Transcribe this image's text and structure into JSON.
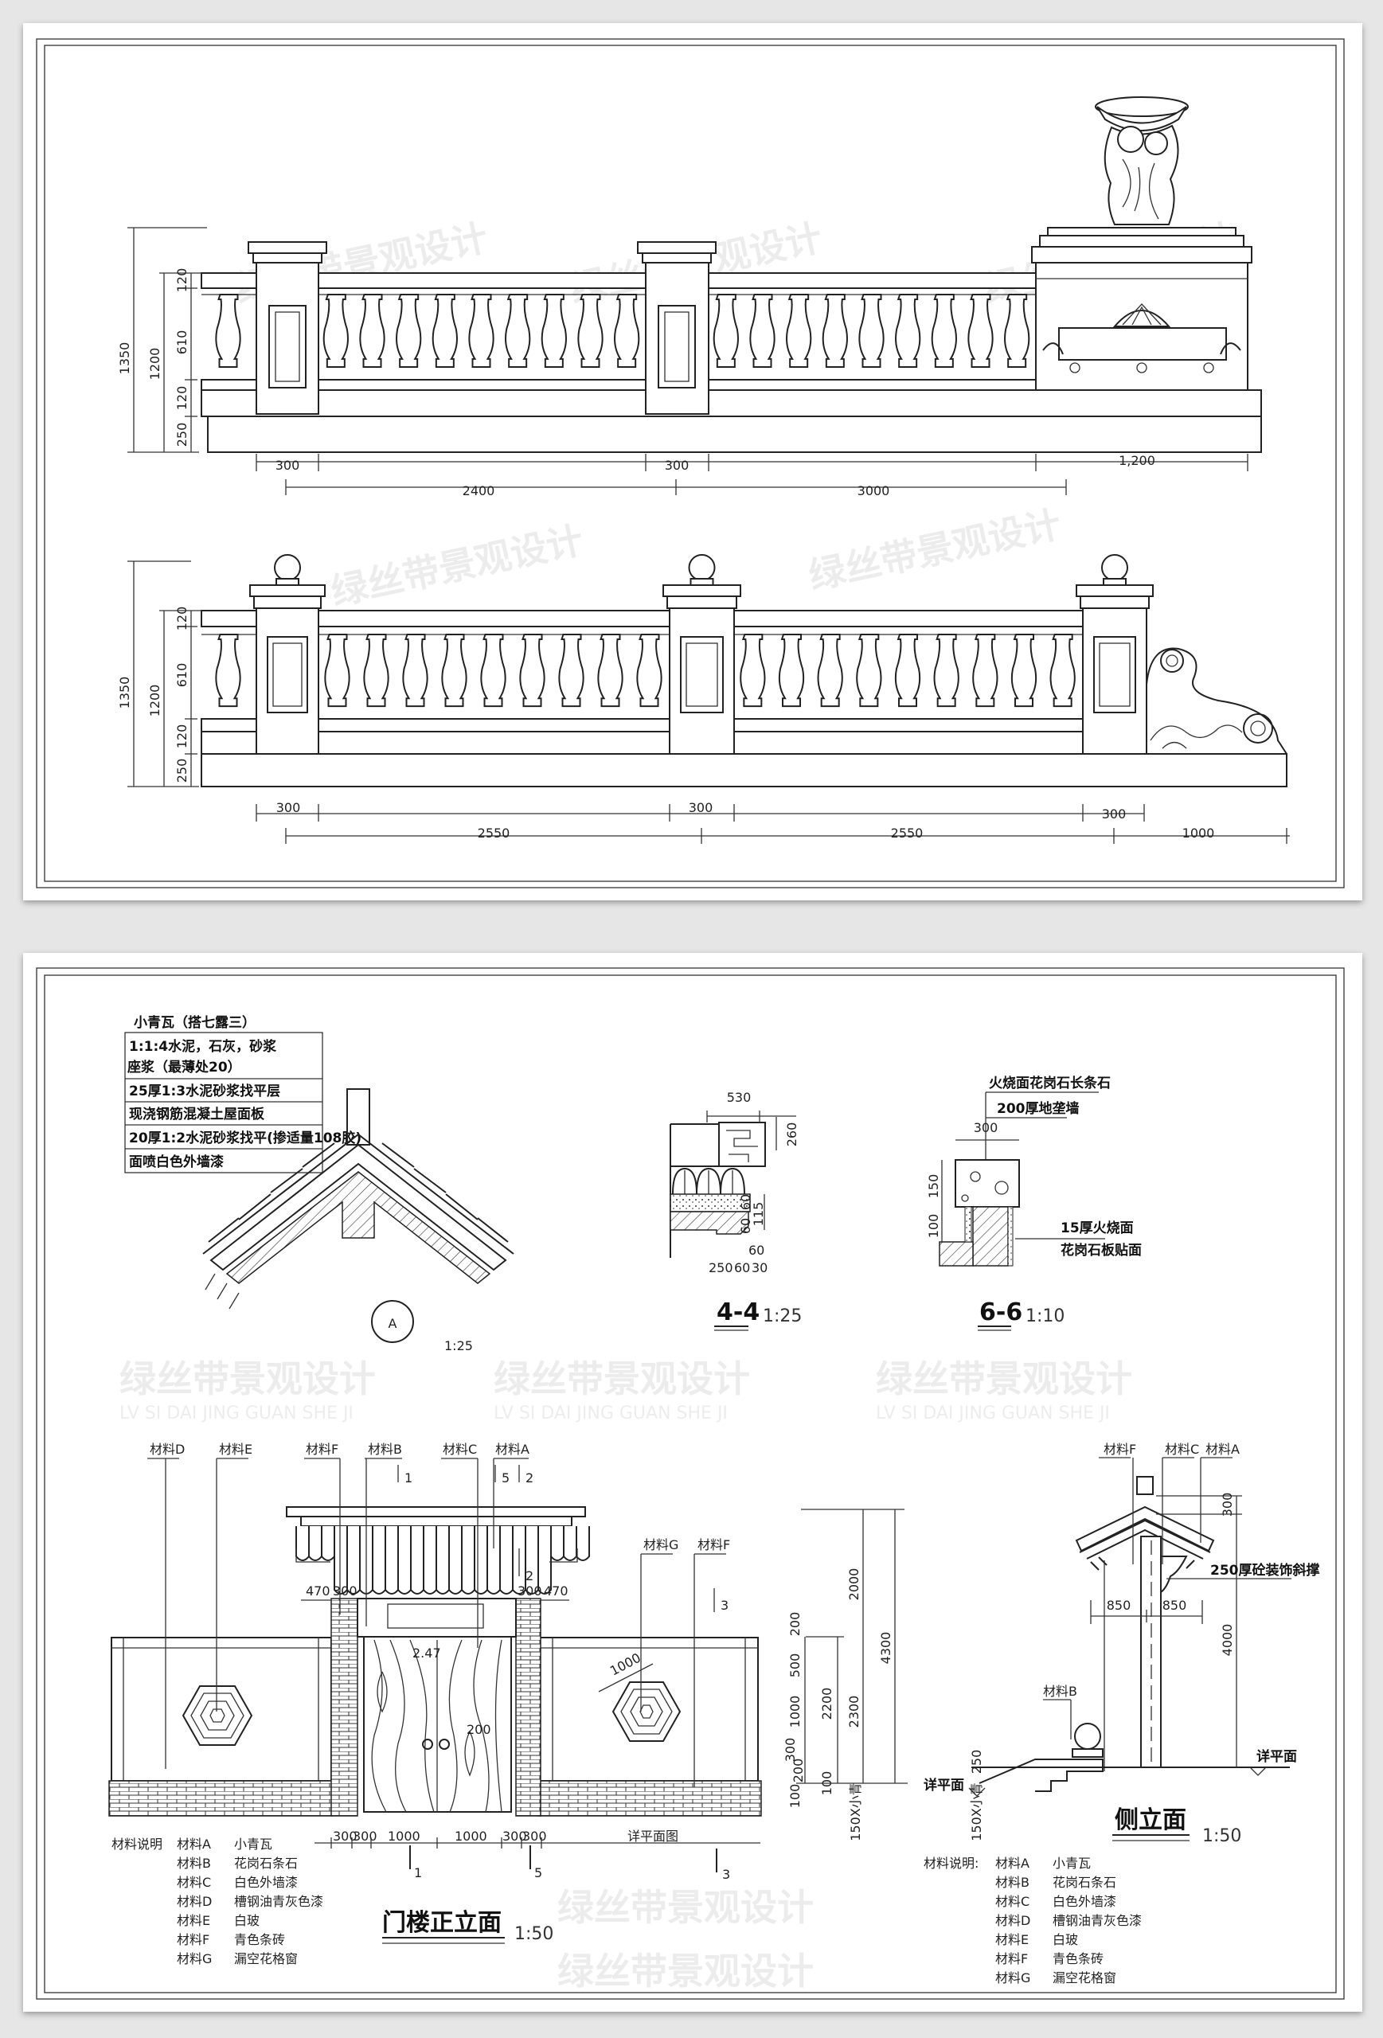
{
  "watermark": {
    "cn": "绿丝带景观设计",
    "en": "LV SI DAI JING GUAN SHE JI"
  },
  "railing_1": {
    "vertical_dims": {
      "total": "1350",
      "height": "1200",
      "top": "120",
      "middle": "610",
      "bottom": "120",
      "base": "250"
    },
    "horizontal_dims": {
      "post_1": "300",
      "post_2": "300",
      "pedestal": "1,200",
      "span_1": "2400",
      "span_2": "3000"
    }
  },
  "railing_2": {
    "vertical_dims": {
      "total": "1350",
      "height": "1200",
      "top": "120",
      "middle": "610",
      "bottom": "120",
      "base": "250"
    },
    "horizontal_dims": {
      "post_1": "300",
      "post_2": "300",
      "post_3": "300",
      "span_1": "2550",
      "span_2": "2550",
      "end": "1000"
    }
  },
  "roof_detail": {
    "layers": [
      "小青瓦（搭七露三）",
      "1:1:4水泥，石灰，砂浆",
      "座浆（最薄处20）",
      "25厚1:3水泥砂浆找平层",
      "现浇钢筋混凝土屋面板",
      "20厚1:2水泥砂浆找平(掺适量108胶)",
      "面喷白色外墙漆"
    ],
    "marker": "A",
    "scale": "1:25"
  },
  "section_4_4": {
    "title": "4-4",
    "scale": "1:25",
    "dims": {
      "width": "530",
      "height": "260",
      "d60a": "60",
      "d115": "115",
      "d60b": "60",
      "d250": "250",
      "d60c": "60",
      "d60d": "60",
      "d30": "30"
    }
  },
  "section_6_6": {
    "title": "6-6",
    "scale": "1:10",
    "labels": {
      "top_1": "火烧面花岗石长条石",
      "top_2": "200厚地垄墙",
      "side_1": "15厚火烧面",
      "side_2": "花岗石板贴面"
    },
    "dims": {
      "width": "300",
      "h150": "150",
      "h100": "100"
    }
  },
  "gate_elevation": {
    "title": "门楼正立面",
    "scale": "1:50",
    "callouts": {
      "f1": "材料F",
      "b": "材料B",
      "c1": "材料C",
      "a": "材料A",
      "d": "材料D",
      "e": "材料E",
      "g": "材料G",
      "f2": "材料F"
    },
    "section_marks": {
      "top_1": "1",
      "top_5": "5",
      "top_2": "2",
      "mid_2": "2",
      "right_3": "3",
      "bottom_1": "1",
      "bottom_5": "5",
      "bottom_3": "3"
    },
    "dims": {
      "left_470": "470",
      "left_300": "300",
      "right_300": "300",
      "right_470": "470",
      "door_tag": "2.47",
      "window": "1000",
      "d200": "200"
    },
    "vertical_dims": {
      "h2000": "2000",
      "h4300": "4300",
      "h200": "200",
      "h500": "500",
      "h1000": "1000",
      "h2200": "2200",
      "h2300": "2300",
      "h300": "300",
      "h200b": "200",
      "h100a": "100",
      "h100b": "100",
      "base_note": "150X小青"
    },
    "bottom_dims": [
      "300",
      "300",
      "1000",
      "1000",
      "300",
      "300"
    ],
    "plan_ref": "详平面图"
  },
  "side_elevation": {
    "title": "侧立面",
    "scale": "1:50",
    "callouts": {
      "f": "材料F",
      "c": "材料C",
      "a": "材料A",
      "b": "材料B"
    },
    "dims": {
      "top": "300",
      "left": "850",
      "right": "850",
      "height": "4000",
      "step": "250",
      "base_note": "150X小青"
    },
    "bracket_label": "250厚砼装饰斜撑",
    "plan_ref": "详平面",
    "plan_ref_left": "详平面"
  },
  "materials_left": {
    "heading": "材料说明",
    "items": [
      {
        "code": "材料A",
        "name": "小青瓦"
      },
      {
        "code": "材料B",
        "name": "花岗石条石"
      },
      {
        "code": "材料C",
        "name": "白色外墙漆"
      },
      {
        "code": "材料D",
        "name": "槽钢油青灰色漆"
      },
      {
        "code": "材料E",
        "name": "白玻"
      },
      {
        "code": "材料F",
        "name": "青色条砖"
      },
      {
        "code": "材料G",
        "name": "漏空花格窗"
      }
    ]
  },
  "materials_right": {
    "heading": "材料说明:",
    "items": [
      {
        "code": "材料A",
        "name": "小青瓦"
      },
      {
        "code": "材料B",
        "name": "花岗石条石"
      },
      {
        "code": "材料C",
        "name": "白色外墙漆"
      },
      {
        "code": "材料D",
        "name": "槽钢油青灰色漆"
      },
      {
        "code": "材料E",
        "name": "白玻"
      },
      {
        "code": "材料F",
        "name": "青色条砖"
      },
      {
        "code": "材料G",
        "name": "漏空花格窗"
      }
    ]
  }
}
